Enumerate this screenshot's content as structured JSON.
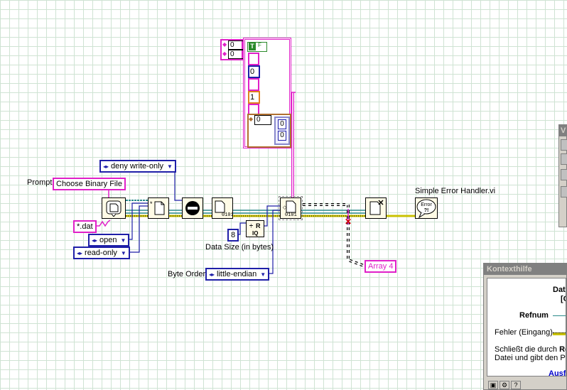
{
  "diagram": {
    "prompt_label": "Prompt",
    "prompt_value": "Choose Binary File",
    "file_pattern": "*.dat",
    "deny_mode": "deny write-only",
    "open_mode": "open",
    "access_mode": "read-only",
    "data_size_value": "8",
    "data_size_label": "Data Size (in bytes)",
    "byte_order_label": "Byte Order",
    "byte_order_value": "little-endian",
    "error_handler_label": "Simple Error Handler.vi",
    "array_indicator": "Array 4",
    "array_index_top": "0",
    "array_index_bottom": "0",
    "cluster_bool": "T",
    "cluster_num_1": "0",
    "cluster_num_2": "1",
    "cluster_array_index": "0",
    "cluster_array_v1": "0",
    "cluster_array_v2": "0",
    "error_icon_text": "Error"
  },
  "context_help": {
    "title": "Kontexthilfe",
    "header_line1": "Date",
    "header_line2": "[C",
    "refnum_label": "Refnum",
    "error_in_label": "Fehler (Eingang)",
    "desc_line1_prefix": "Schließt die durch ",
    "desc_line1_bold": "Ref",
    "desc_line2": "Datei und gibt den Pfa",
    "link_text": "Ausfü"
  },
  "colors": {
    "wire_blue": "#1f1fa8",
    "wire_pink": "#e020c8",
    "wire_teal": "#2a8a8a",
    "wire_error": "#c9c200",
    "grid": "#cfe3d3"
  }
}
